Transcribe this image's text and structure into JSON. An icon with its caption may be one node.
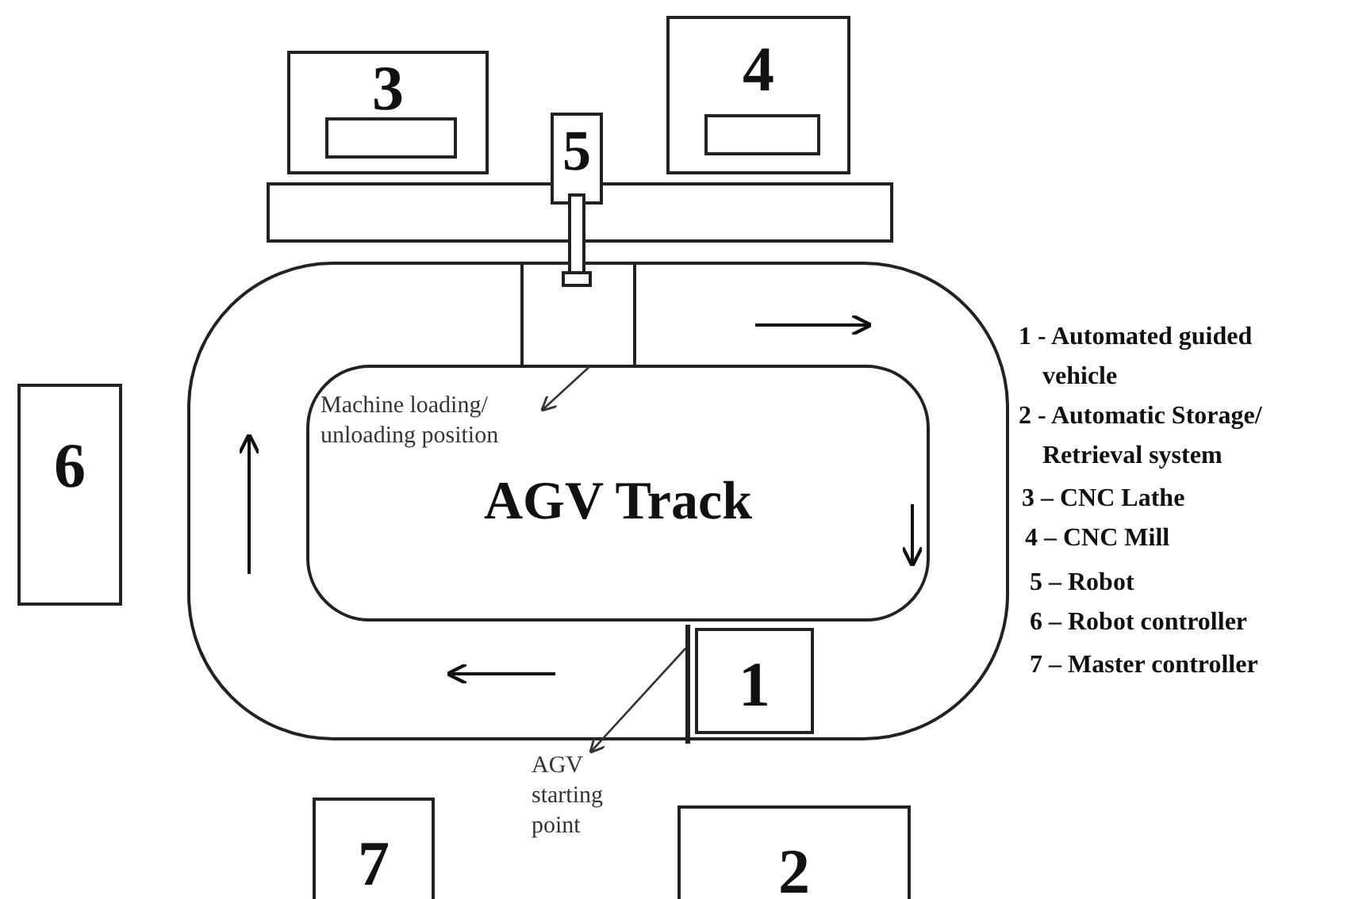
{
  "diagram": {
    "nodes": [
      {
        "text": [
          "3"
        ]
      },
      {
        "text": [
          "4"
        ]
      },
      {
        "text": [],
        "shape": "bar"
      },
      {
        "text": [
          "5"
        ]
      },
      {
        "text": [
          "6"
        ]
      },
      {
        "text": [],
        "shape": "box"
      },
      {
        "text": [],
        "shape": "box",
        "in": 5
      },
      {
        "text": [
          "AGV Track"
        ],
        "in": 5
      },
      {
        "text": [
          "Machine loading/ unloading position"
        ],
        "in": 7
      },
      {
        "text": [],
        "shape": "bar",
        "in": 5
      },
      {
        "text": [
          "1"
        ],
        "in": 5
      },
      {
        "text": [
          "AGV starting point"
        ]
      },
      {
        "text": [
          "7"
        ]
      },
      {
        "text": [
          "2"
        ]
      }
    ],
    "edges": [
      {
        "from": 6,
        "to": 8,
        "arrow": "to"
      },
      {
        "from": 9,
        "to": 11,
        "arrow": "to"
      }
    ],
    "labels": [
      "1 - Automated guided vehicle",
      "2 - Automatic Storage/ Retrieval system",
      "3 – CNC Lathe",
      "4 – CNC Mill",
      "5 – Robot",
      "6 – Robot controller",
      "7 – Master controller"
    ]
  }
}
